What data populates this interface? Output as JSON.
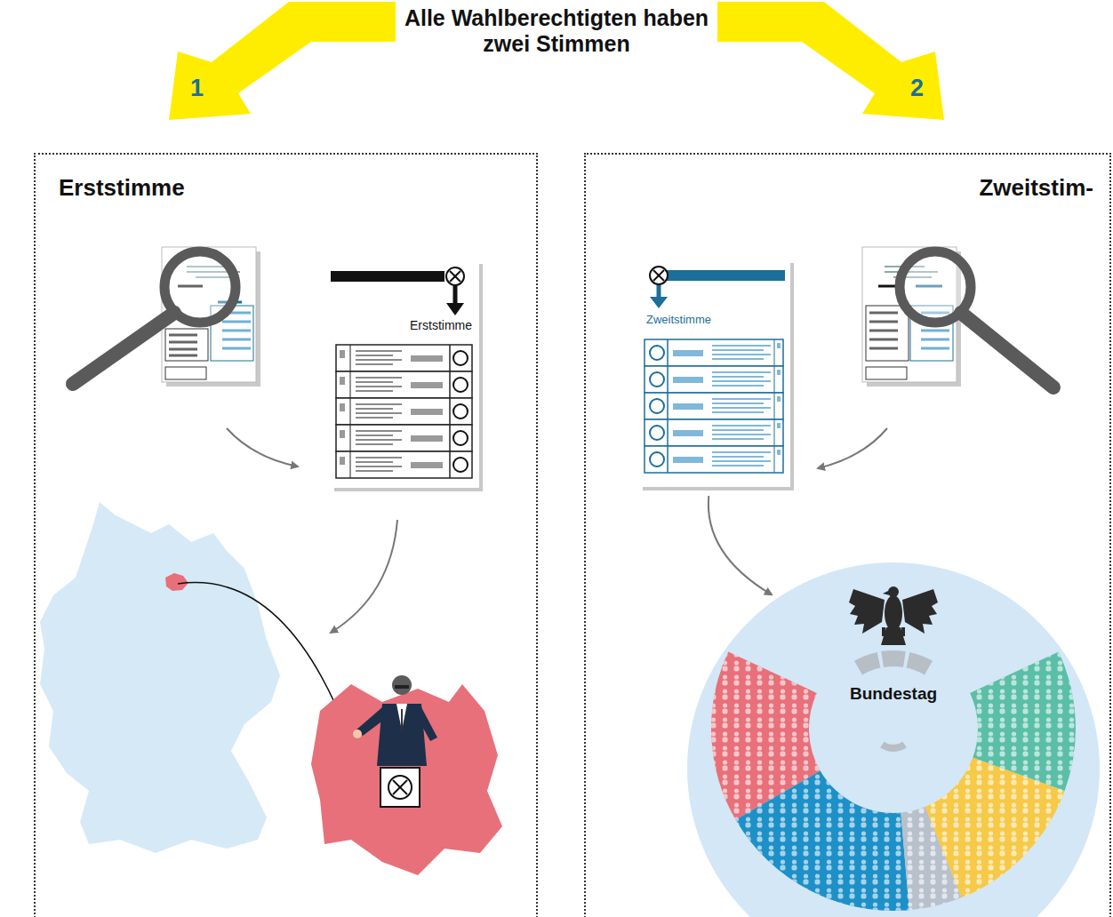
{
  "diagram": {
    "title": "Alle Wahlberechtigten haben zwei Stimmen",
    "nodes": [
      {
        "text": [
          "Erststimme"
        ]
      },
      {
        "text": [
          "Zweitstim-"
        ]
      },
      {
        "text": [
          "Erststimme"
        ],
        "in": 0
      },
      {
        "text": [
          "Zweitstimme"
        ],
        "in": 1
      },
      {
        "text": [
          "Bundestag"
        ],
        "in": 1
      }
    ],
    "edges": [
      {
        "from": 3,
        "to": 4,
        "arrow": "to"
      }
    ],
    "labels": [
      "1",
      "2"
    ]
  }
}
